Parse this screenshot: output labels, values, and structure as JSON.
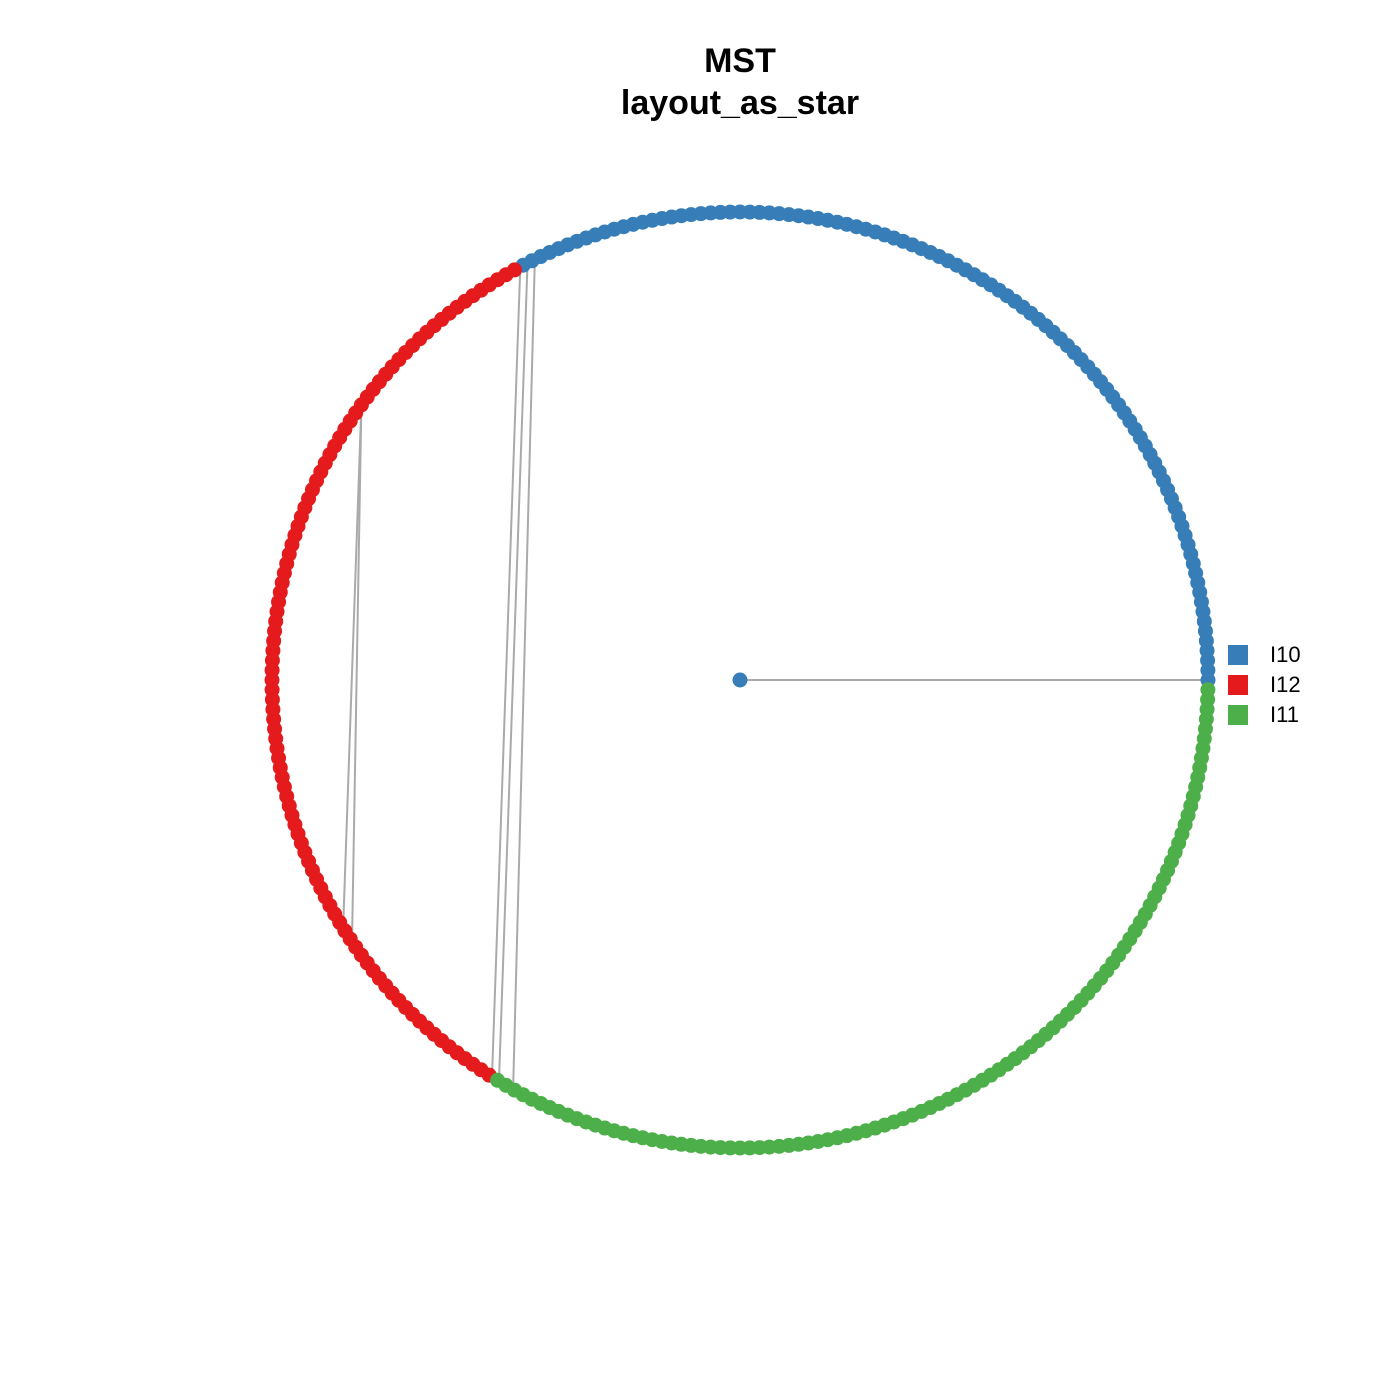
{
  "title": {
    "line1": "MST",
    "line2": "layout_as_star"
  },
  "colors": {
    "I10": "#377eb8",
    "I12": "#e41a1c",
    "I11": "#4daf4a",
    "edge": "#aaaaaa"
  },
  "legend": [
    {
      "label": "I10",
      "color": "#377eb8"
    },
    {
      "label": "I12",
      "color": "#e41a1c"
    },
    {
      "label": "I11",
      "color": "#4daf4a"
    }
  ],
  "graph": {
    "layout": "star",
    "center_group": "I10",
    "ring_node_count": 300,
    "groups": [
      {
        "name": "I10",
        "start_deg": 0,
        "end_deg": 118
      },
      {
        "name": "I12",
        "start_deg": 118,
        "end_deg": 238
      },
      {
        "name": "I11",
        "start_deg": 238,
        "end_deg": 360
      }
    ],
    "edges_deg": [
      [
        0,
        "center"
      ],
      [
        117,
        239
      ],
      [
        116,
        241
      ],
      [
        118,
        238
      ],
      [
        144,
        212
      ],
      [
        144,
        214
      ]
    ]
  }
}
